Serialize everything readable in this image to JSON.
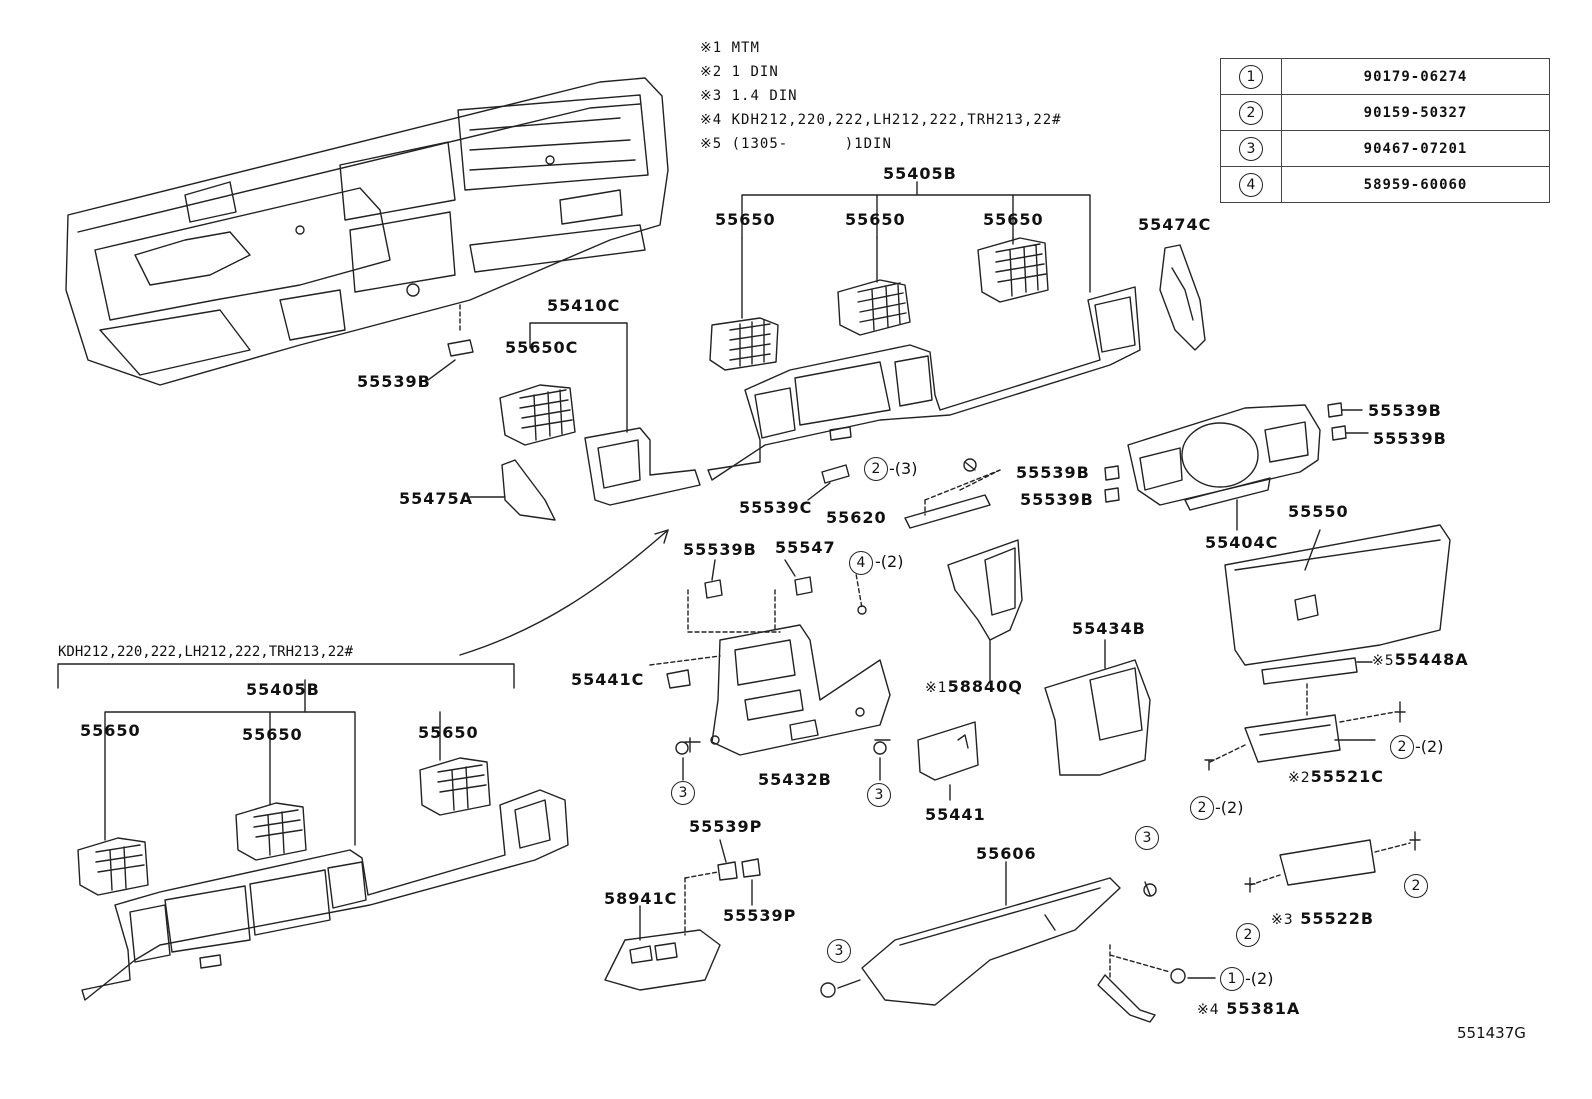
{
  "notes": [
    {
      "mark": "※1",
      "text": "MTM"
    },
    {
      "mark": "※2",
      "text": "1 DIN"
    },
    {
      "mark": "※3",
      "text": "1.4 DIN"
    },
    {
      "mark": "※4",
      "text": "KDH212,220,222,LH212,222,TRH213,22#"
    },
    {
      "mark": "※5",
      "text": "(1305-      )1DIN"
    }
  ],
  "fastener_table": [
    {
      "ref": "1",
      "part": "90179-06274"
    },
    {
      "ref": "2",
      "part": "90159-50327"
    },
    {
      "ref": "3",
      "part": "90467-07201"
    },
    {
      "ref": "4",
      "part": "58959-60060"
    }
  ],
  "variant_label": "KDH212,220,222,LH212,222,TRH213,22#",
  "diagram_id": "551437G",
  "parts": {
    "p55405B_top": "55405B",
    "p55650_a": "55650",
    "p55650_b": "55650",
    "p55650_c": "55650",
    "p55474C": "55474C",
    "p55410C": "55410C",
    "p55650C": "55650C",
    "p55539B_dash": "55539B",
    "p55475A": "55475A",
    "p55539C": "55539C",
    "p55620": "55620",
    "p55539B_r1": "55539B",
    "p55539B_r2": "55539B",
    "p55539B_m1": "55539B",
    "p55539B_m2": "55539B",
    "p55404C": "55404C",
    "p55550": "55550",
    "p55539B_low": "55539B",
    "p55547": "55547",
    "p55441C": "55441C",
    "p55432B": "55432B",
    "p588400": "58840Q",
    "p55434B": "55434B",
    "p55448A": "55448A",
    "p55441": "55441",
    "p55521C": "55521C",
    "p55539P_a": "55539P",
    "p58941C": "58941C",
    "p55539P_b": "55539P",
    "p55606": "55606",
    "p55522B": "55522B",
    "p55381A": "55381A",
    "p55405B_low": "55405B",
    "p55650_d": "55650",
    "p55650_e": "55650",
    "p55650_f": "55650"
  },
  "marks": {
    "m1": "※1",
    "m5": "※5",
    "m2": "※2",
    "m3": "※3",
    "m4": "※4"
  },
  "callouts": {
    "c_2_3": {
      "n": "2",
      "q": "-(3)"
    },
    "c_4_2": {
      "n": "4",
      "q": "-(2)"
    },
    "c_3_a": {
      "n": "3",
      "q": ""
    },
    "c_3_b": {
      "n": "3",
      "q": ""
    },
    "c_2_r1": {
      "n": "2",
      "q": "-(2)"
    },
    "c_2_r2": {
      "n": "2",
      "q": "-(2)"
    },
    "c_3_c": {
      "n": "3",
      "q": ""
    },
    "c_3_d": {
      "n": "3",
      "q": ""
    },
    "c_2_r3": {
      "n": "2",
      "q": ""
    },
    "c_2_r4": {
      "n": "2",
      "q": ""
    },
    "c_1_2": {
      "n": "1",
      "q": "-(2)"
    }
  }
}
